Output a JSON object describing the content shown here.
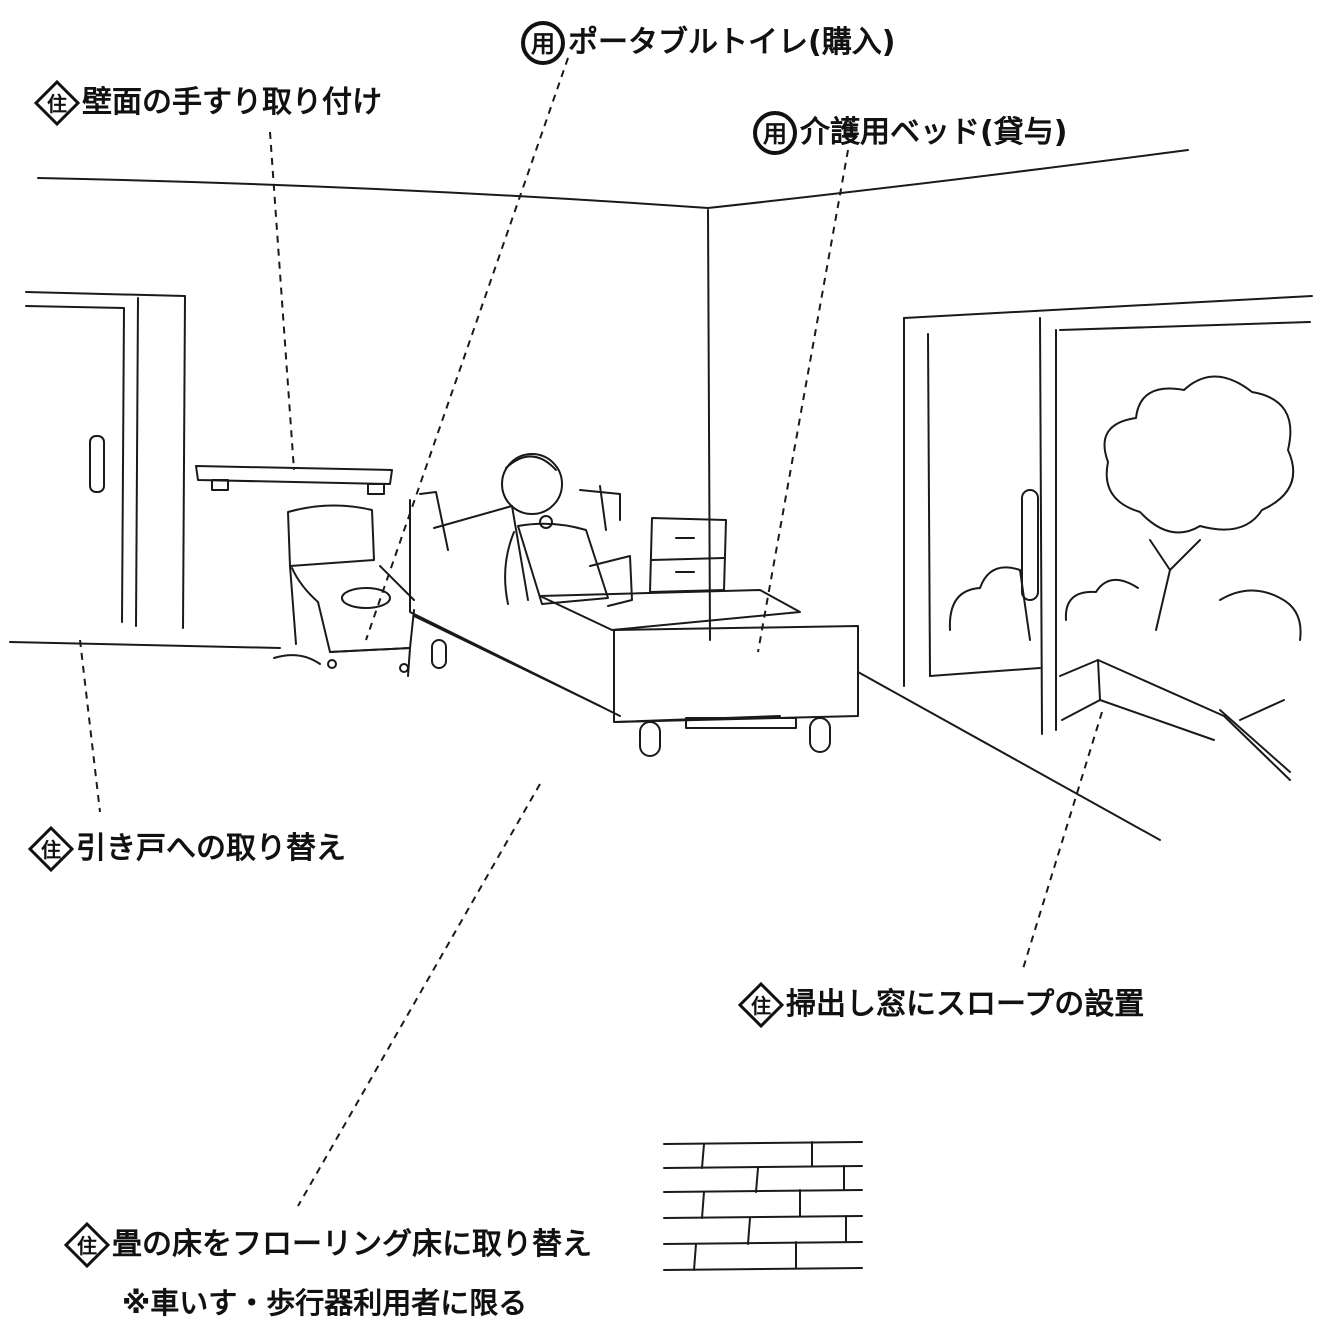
{
  "badges": {
    "housing": "住",
    "equipment": "用"
  },
  "labels": {
    "portable_toilet": "ポータブルトイレ(購入)",
    "wall_handrail": "壁面の手すり取り付け",
    "care_bed": "介護用ベッド(貸与)",
    "sliding_door": "引き戸への取り替え",
    "window_slope": "掃出し窓にスロープの設置",
    "flooring": "畳の床をフローリング床に取り替え",
    "flooring_note": "※車いす・歩行器利用者に限る"
  },
  "icons": {
    "housing_badge": "diamond-badge-icon",
    "equipment_badge": "circle-badge-icon"
  },
  "colors": {
    "line": "#1a1a1a",
    "background": "#ffffff"
  }
}
